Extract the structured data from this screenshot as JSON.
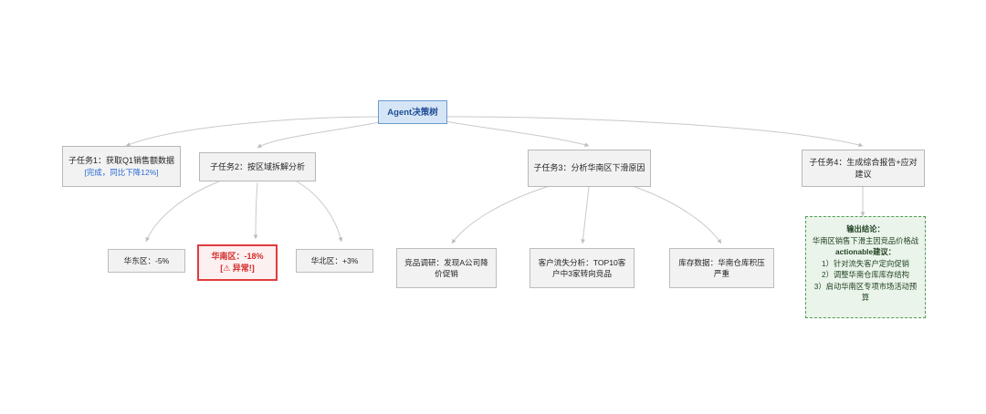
{
  "diagram": {
    "title": "Agent决策树",
    "root": {
      "label": "Agent决策树"
    },
    "tasks": [
      {
        "id": "task1",
        "label": "子任务1：获取Q1销售额数据",
        "status": "[完成，同比下降12%]",
        "status_color": "#2a6bd4"
      },
      {
        "id": "task2",
        "label": "子任务2：按区域拆解分析"
      },
      {
        "id": "task3",
        "label": "子任务3：分析华南区下滑原因"
      },
      {
        "id": "task4",
        "label": "子任务4：生成综合报告+应对建议"
      }
    ],
    "regions": [
      {
        "id": "east",
        "label": "华东区：-5%"
      },
      {
        "id": "south",
        "label": "华南区：-18%",
        "alert": "[⚠ 异常!]",
        "alert_color": "#d22b2b"
      },
      {
        "id": "north",
        "label": "华北区：+3%"
      }
    ],
    "causes": [
      {
        "id": "competitor",
        "label": "竞品调研：发现A公司降价促销"
      },
      {
        "id": "churn",
        "label": "客户流失分析：TOP10客户中3家转向竞品"
      },
      {
        "id": "inventory",
        "label": "库存数据：华南仓库积压严重"
      }
    ],
    "report": {
      "conclusion_header": "输出结论：",
      "conclusion_body": "华南区销售下滑主因竞品价格战",
      "advice_header": "actionable建议：",
      "advice_items": [
        "1）针对流失客户定向促销",
        "2）调整华南仓库库存结构",
        "3）启动华南区专项市场活动预算"
      ]
    },
    "colors": {
      "root_fill": "#d6e5f6",
      "root_border": "#6a9bd1",
      "node_fill": "#f2f2f2",
      "node_border": "#b8b8b8",
      "alert_fill": "#fdf0f0",
      "alert_border": "#e03c3c",
      "report_fill": "#eaf4ea",
      "report_border": "#4f9d52",
      "edge": "#c9c9c9"
    }
  }
}
